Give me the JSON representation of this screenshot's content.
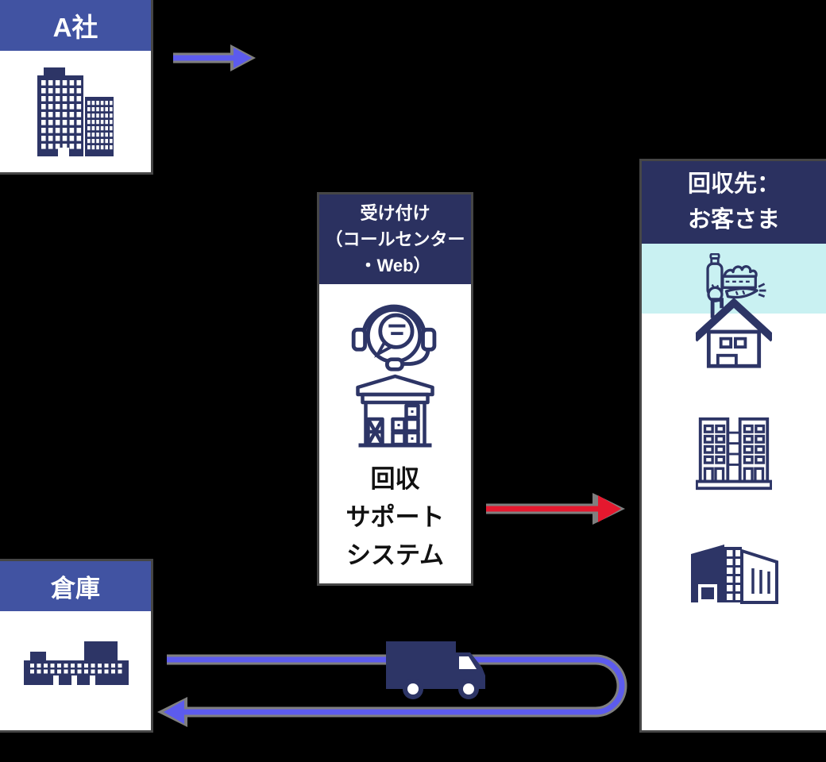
{
  "diagram": {
    "background": "#000000",
    "icon_color": "#2d3566",
    "boxes": {
      "company_a": {
        "title": "A社",
        "icon": "office-building-icon",
        "header_color": "#4153a2"
      },
      "warehouse": {
        "title": "倉庫",
        "icon": "factory-icon",
        "header_color": "#4153a2"
      },
      "reception": {
        "title": "受け付け\n（コールセンター\n・Web）",
        "icons": [
          "call-center-headset-icon",
          "warehouse-storage-icon"
        ],
        "label": "回収\nサポート\nシステム",
        "header_color": "#2b3160"
      },
      "destination": {
        "title": "回収先：\nお客さま",
        "icons": [
          "groceries-icon",
          "house-icon",
          "apartment-building-icon",
          "facility-icon"
        ],
        "header_color": "#2b3160",
        "band_color": "#c9f1f2"
      }
    },
    "arrows": [
      {
        "name": "request-arrow",
        "color": "#5c5bee",
        "direction": "right"
      },
      {
        "name": "dispatch-arrow",
        "color": "#e5182e",
        "direction": "right"
      },
      {
        "name": "truck-route-arrow",
        "color": "#5c5bee",
        "direction": "left-u-turn"
      }
    ],
    "truck": {
      "icon": "delivery-truck-icon"
    }
  }
}
